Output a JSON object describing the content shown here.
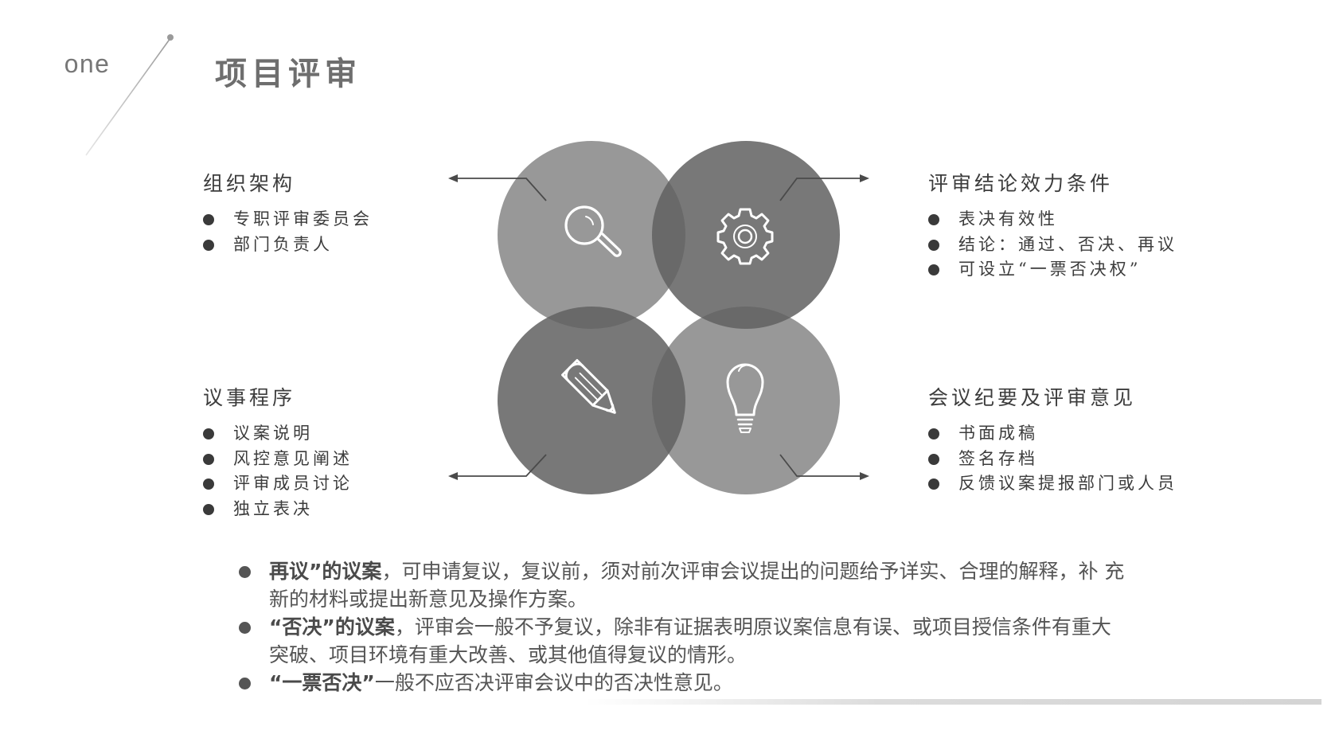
{
  "header": {
    "section_number": "one",
    "title": "项目评审"
  },
  "diagram": {
    "circle_colors": {
      "light": "#8a8a8a",
      "dark": "#6a6a6a"
    },
    "quadrants": [
      {
        "position": "top-left",
        "icon": "search-icon",
        "heading": "组织架构",
        "items": [
          "专职评审委员会",
          "部门负责人"
        ]
      },
      {
        "position": "top-right",
        "icon": "gear-icon",
        "heading": "评审结论效力条件",
        "items": [
          "表决有效性",
          "结论：通过、否决、再议",
          "可设立“一票否决权”"
        ]
      },
      {
        "position": "bottom-left",
        "icon": "pencil-icon",
        "heading": "议事程序",
        "items": [
          "议案说明",
          "风控意见阐述",
          "评审成员讨论",
          "独立表决"
        ]
      },
      {
        "position": "bottom-right",
        "icon": "lightbulb-icon",
        "heading": "会议纪要及评审意见",
        "items": [
          "书面成稿",
          "签名存档",
          "反馈议案提报部门或人员"
        ]
      }
    ]
  },
  "notes": [
    {
      "bold": "再议”的议案",
      "text": "，可申请复议，复议前，须对前次评审会议提出的问题给予详实、合理的解释，补 充新的材料或提出新意见及操作方案。"
    },
    {
      "bold": "“否决”的议案",
      "text": "，评审会一般不予复议，除非有证据表明原议案信息有误、或项目授信条件有重大 突破、项目环境有重大改善、或其他值得复议的情形。"
    },
    {
      "bold": "“一票否决”",
      "text": "一般不应否决评审会议中的否决性意见。"
    }
  ]
}
